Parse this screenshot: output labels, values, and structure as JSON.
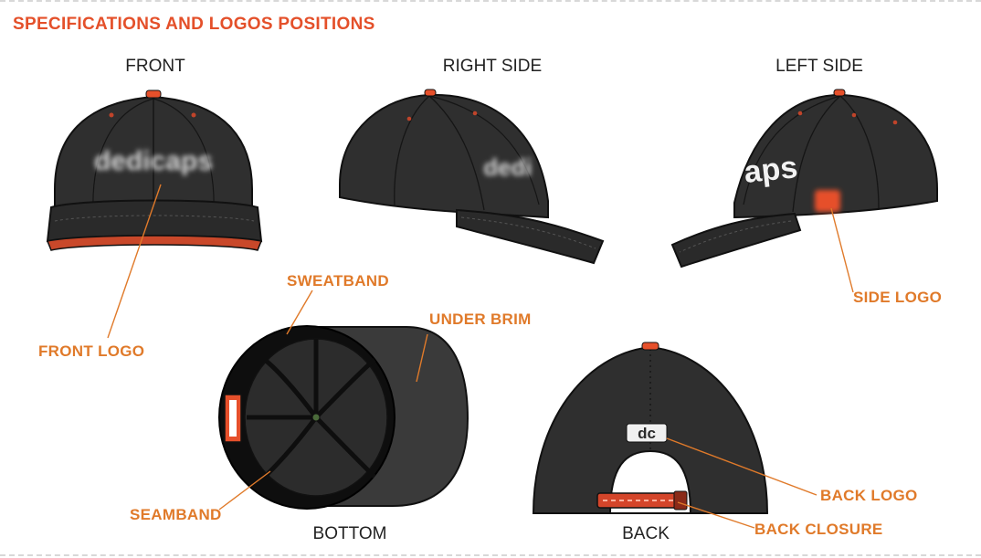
{
  "title": "SPECIFICATIONS AND LOGOS POSITIONS",
  "views": {
    "front": "FRONT",
    "right_side": "RIGHT SIDE",
    "left_side": "LEFT SIDE",
    "bottom": "BOTTOM",
    "back": "BACK"
  },
  "callouts": {
    "front_logo": "FRONT LOGO",
    "side_logo": "SIDE LOGO",
    "sweatband": "SWEATBAND",
    "under_brim": "UNDER BRIM",
    "seamband": "SEAMBAND",
    "back_logo": "BACK LOGO",
    "back_closure": "BACK CLOSURE"
  },
  "logo_text": {
    "front": "dedicaps",
    "right": "dedi",
    "left": "aps",
    "back": "dc"
  },
  "colors": {
    "title": "#e4502a",
    "callout": "#e07a2a",
    "cap_body": "#2f2f2f",
    "cap_dark": "#1d1d1d",
    "accent": "#e6502b"
  }
}
